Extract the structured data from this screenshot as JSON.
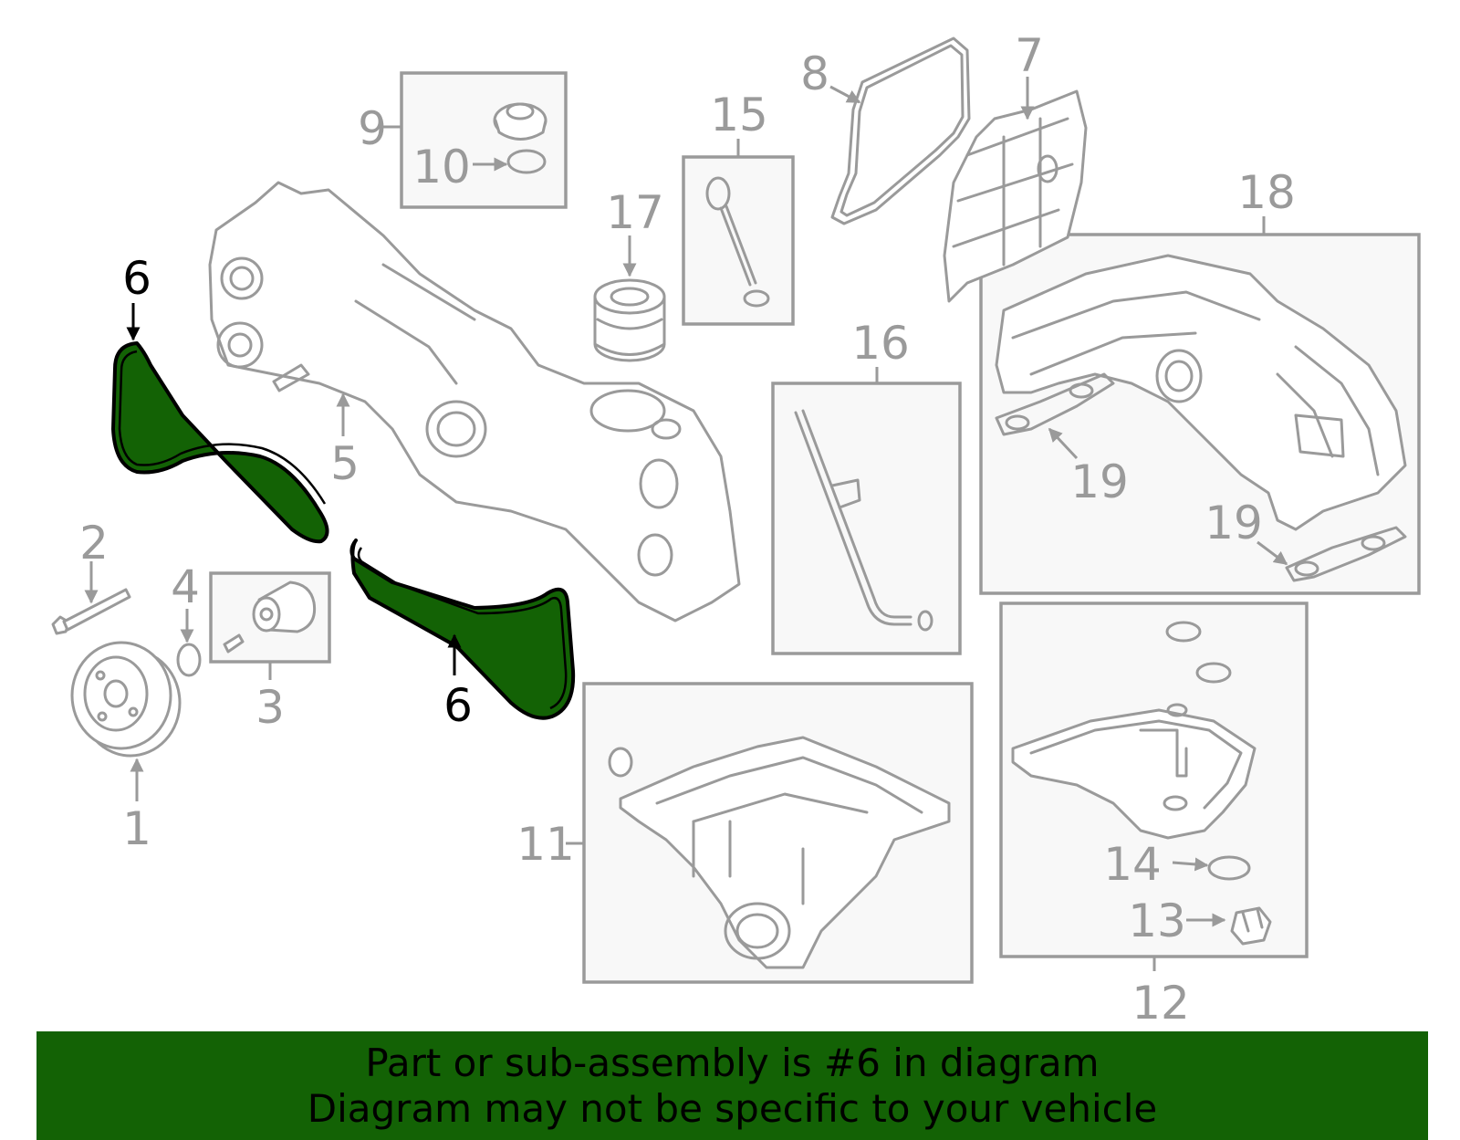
{
  "banner": {
    "line1": "Part or sub-assembly is #6 in diagram",
    "line2": "Diagram may not be specific to your vehicle",
    "color": "#136205"
  },
  "highlight_color": "#136205",
  "callouts": {
    "c1": "1",
    "c2": "2",
    "c3": "3",
    "c4": "4",
    "c5": "5",
    "c6a": "6",
    "c6b": "6",
    "c7": "7",
    "c8": "8",
    "c9": "9",
    "c10": "10",
    "c11": "11",
    "c12": "12",
    "c13": "13",
    "c14": "14",
    "c15": "15",
    "c16": "16",
    "c17": "17",
    "c18": "18",
    "c19a": "19",
    "c19b": "19"
  }
}
